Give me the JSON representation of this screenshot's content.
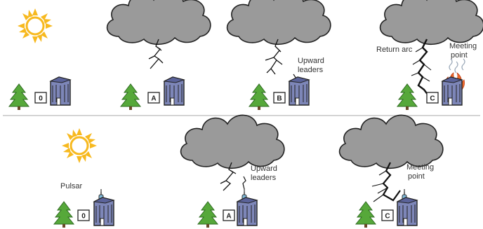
{
  "stage_badges": {
    "top": [
      "0",
      "A",
      "B",
      "C"
    ],
    "bottom": [
      "0",
      "A",
      "C"
    ]
  },
  "labels": {
    "upward_leaders": [
      "Upward",
      "leaders"
    ],
    "return_arc": "Return arc",
    "meeting_point": [
      "Meeting",
      "point"
    ],
    "pulsar": "Pulsar"
  },
  "colors": {
    "sun": "#f7b91f",
    "cloud": "#9a9a9a",
    "cloud_outline": "#222222",
    "tree": "#56a83a",
    "building": "#7d86b8",
    "divider": "#bbbbbb"
  }
}
